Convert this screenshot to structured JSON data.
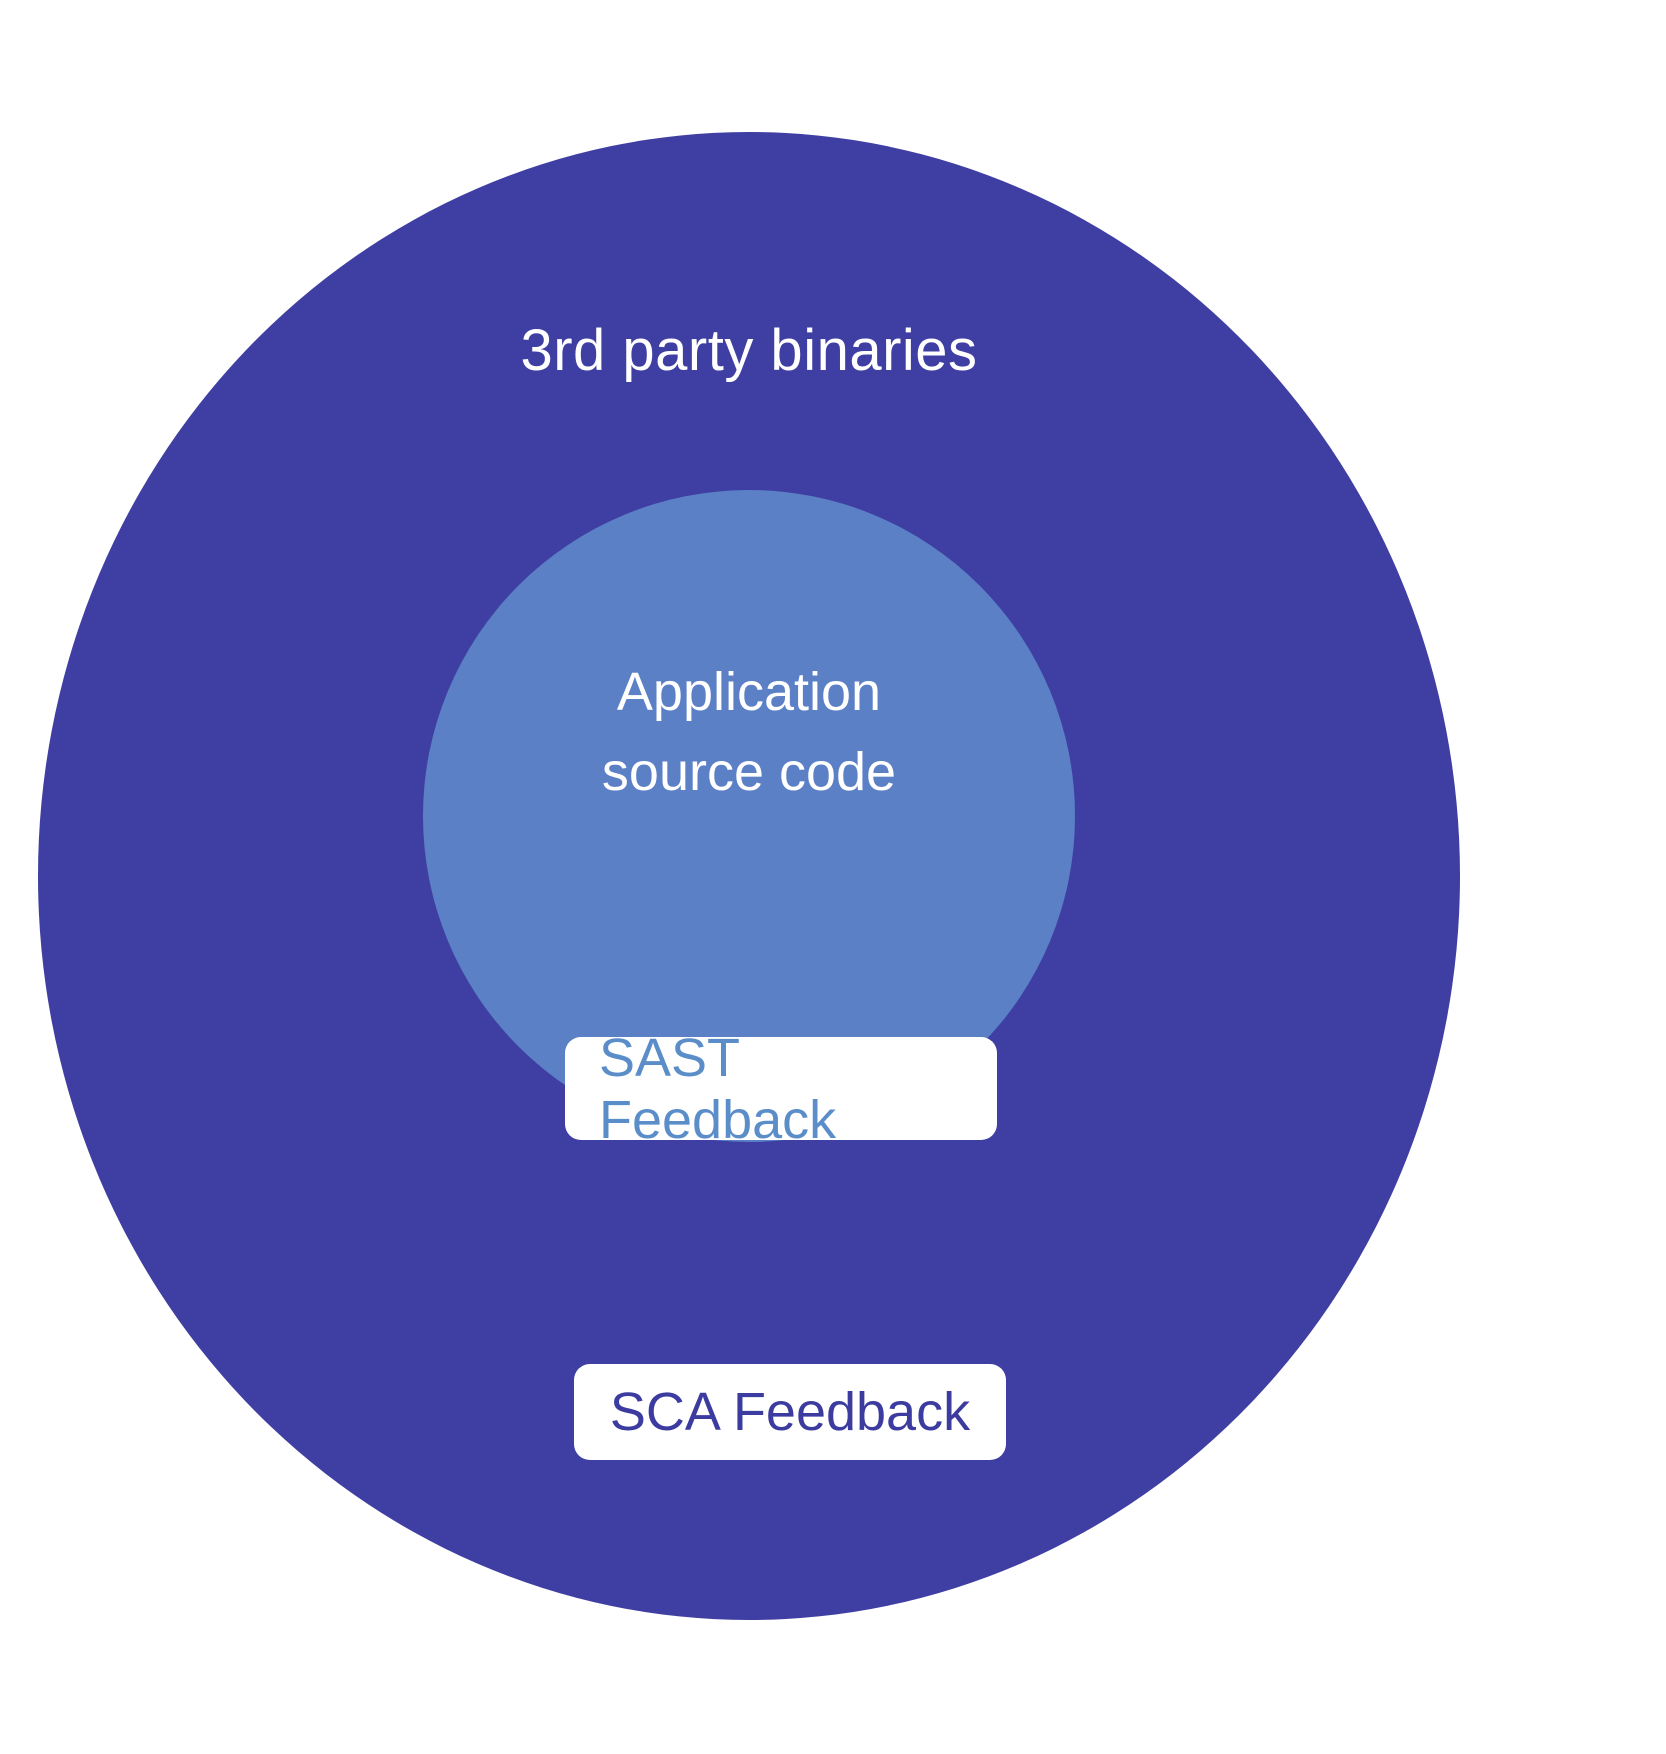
{
  "diagram": {
    "outer_circle": {
      "label": "3rd party binaries"
    },
    "inner_circle": {
      "label_line1": "Application",
      "label_line2": "source code"
    },
    "sast_badge": {
      "label": "SAST Feedback"
    },
    "sca_badge": {
      "label": "SCA Feedback"
    }
  },
  "colors": {
    "outer": "#3f3fa3",
    "inner": "#5b80c6",
    "badge_bg": "#ffffff",
    "text_on_dark": "#ffffff",
    "sast_text": "#5b8ec9",
    "sca_text": "#3c3ca0"
  }
}
